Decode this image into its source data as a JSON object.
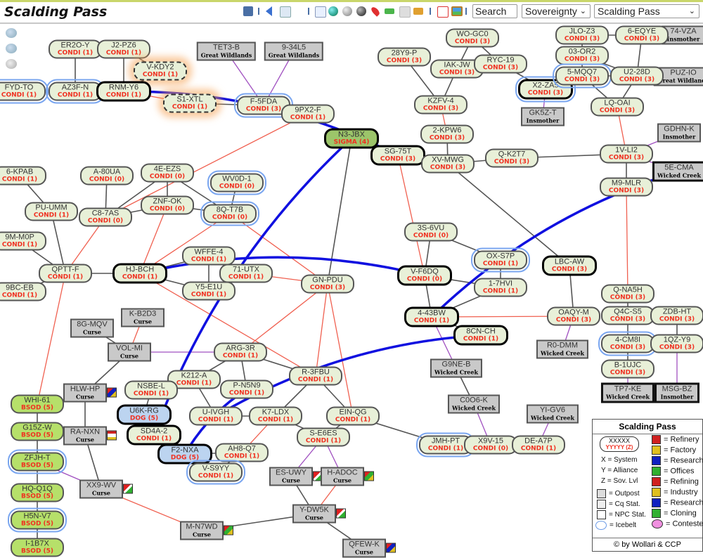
{
  "app": {
    "title": "Scalding Pass"
  },
  "toolbar": {
    "icons": [
      "map-pin-icon",
      "prev-icon",
      "calendar-icon",
      "table-icon",
      "globe-icon",
      "coin-silver-icon",
      "coin-dark-icon",
      "location-icon",
      "shuffle-icon",
      "cube-icon",
      "truck-icon",
      "pdf-icon",
      "image-icon"
    ],
    "search_value": "Search",
    "view_select": "Sovereignty",
    "region_select": "Scalding Pass"
  },
  "colors": {
    "condi": "#e8f0d8",
    "sigma": "#9cc56a",
    "bsod": "#b6e06a",
    "dog": "#bcd4f0",
    "npc": "#c9c9c9",
    "jump": "#555555",
    "regional": "#f06050",
    "constellation": "#a050c0",
    "jumpbridge": "#1010e0",
    "alliance_text": "#f03020"
  },
  "nodes": [
    {
      "id": "ER2O-Y",
      "alliance": "CONDI (1)",
      "type": "pill"
    },
    {
      "id": "J2-PZ6",
      "alliance": "CONDI (1)",
      "type": "pill"
    },
    {
      "id": "V-KDY2",
      "alliance": "CONDI (1)",
      "type": "pill",
      "style": "dash"
    },
    {
      "id": "FYD-TO",
      "alliance": "CONDI (1)",
      "type": "pill",
      "ice": true
    },
    {
      "id": "AZ3F-N",
      "alliance": "CONDI (1)",
      "type": "pill",
      "ice": true
    },
    {
      "id": "RNM-Y6",
      "alliance": "CONDI (1)",
      "type": "pill",
      "style": "bold"
    },
    {
      "id": "S1-XTL",
      "alliance": "CONDI (1)",
      "type": "pill",
      "style": "dash"
    },
    {
      "id": "TET3-B",
      "region": "Great Wildlands",
      "type": "box"
    },
    {
      "id": "9-34L5",
      "region": "Great Wildlands",
      "type": "box"
    },
    {
      "id": "F-5FDA",
      "alliance": "CONDI (3)",
      "type": "pill",
      "ice": true
    },
    {
      "id": "9PX2-F",
      "alliance": "CONDI (1)",
      "type": "pill"
    },
    {
      "id": "N3-JBX",
      "alliance": "SIGMA (4)",
      "type": "pill",
      "style": "sigma"
    },
    {
      "id": "SG-75T",
      "alliance": "CONDI (3)",
      "type": "pill",
      "style": "bold"
    },
    {
      "id": "28Y9-P",
      "alliance": "CONDI (3)",
      "type": "pill"
    },
    {
      "id": "WO-GC0",
      "alliance": "CONDI (3)",
      "type": "pill"
    },
    {
      "id": "IAK-JW",
      "alliance": "CONDI (3)",
      "type": "pill"
    },
    {
      "id": "RYC-19",
      "alliance": "CONDI (3)",
      "type": "pill"
    },
    {
      "id": "X2-ZA5",
      "alliance": "CONDI (3)",
      "type": "pill",
      "style": "bold",
      "ice": true
    },
    {
      "id": "GK5Z-T",
      "region": "Insmother",
      "type": "box"
    },
    {
      "id": "KZFV-4",
      "alliance": "CONDI (3)",
      "type": "pill"
    },
    {
      "id": "2-KPW6",
      "alliance": "CONDI (3)",
      "type": "pill"
    },
    {
      "id": "XV-MWG",
      "alliance": "CONDI (3)",
      "type": "pill"
    },
    {
      "id": "Q-K2T7",
      "alliance": "CONDI (3)",
      "type": "pill"
    },
    {
      "id": "JLO-Z3",
      "alliance": "CONDI (3)",
      "type": "pill"
    },
    {
      "id": "6-EQYE",
      "alliance": "CONDI (3)",
      "type": "pill"
    },
    {
      "id": "74-VZA",
      "region": "Insmother",
      "type": "box"
    },
    {
      "id": "03-OR2",
      "alliance": "CONDI (3)",
      "type": "pill"
    },
    {
      "id": "5-MQQ7",
      "alliance": "CONDI (3)",
      "type": "pill",
      "ice": true
    },
    {
      "id": "U2-28D",
      "alliance": "CONDI (3)",
      "type": "pill"
    },
    {
      "id": "PUZ-IO",
      "region": "Great Wildlands",
      "type": "box"
    },
    {
      "id": "LQ-OAI",
      "alliance": "CONDI (3)",
      "type": "pill"
    },
    {
      "id": "GDHN-K",
      "region": "Insmother",
      "type": "box"
    },
    {
      "id": "1V-LI2",
      "alliance": "CONDI (3)",
      "type": "pill"
    },
    {
      "id": "5E-CMA",
      "region": "Wicked Creek",
      "type": "box",
      "style": "bold"
    },
    {
      "id": "M9-MLR",
      "alliance": "CONDI (3)",
      "type": "pill"
    },
    {
      "id": "6-KPAB",
      "alliance": "CONDI (1)",
      "type": "pill"
    },
    {
      "id": "A-80UA",
      "alliance": "CONDI (0)",
      "type": "pill"
    },
    {
      "id": "4E-EZS",
      "alliance": "CONDI (0)",
      "type": "pill"
    },
    {
      "id": "WV0D-1",
      "alliance": "CONDI (0)",
      "type": "pill",
      "ice": true
    },
    {
      "id": "PU-UMM",
      "alliance": "CONDI (1)",
      "type": "pill"
    },
    {
      "id": "C8-7AS",
      "alliance": "CONDI (0)",
      "type": "pill"
    },
    {
      "id": "ZNF-OK",
      "alliance": "CONDI (0)",
      "type": "pill"
    },
    {
      "id": "8Q-T7B",
      "alliance": "CONDI (0)",
      "type": "pill",
      "ice": true
    },
    {
      "id": "9M-M0P",
      "alliance": "CONDI (1)",
      "type": "pill"
    },
    {
      "id": "QPTT-F",
      "alliance": "CONDI (1)",
      "type": "pill"
    },
    {
      "id": "HJ-BCH",
      "alliance": "CONDI (1)",
      "type": "pill",
      "style": "bold"
    },
    {
      "id": "WFFE-4",
      "alliance": "CONDI (1)",
      "type": "pill"
    },
    {
      "id": "71-UTX",
      "alliance": "CONDI (1)",
      "type": "pill"
    },
    {
      "id": "Y5-E1U",
      "alliance": "CONDI (1)",
      "type": "pill"
    },
    {
      "id": "9BC-EB",
      "alliance": "CONDI (1)",
      "type": "pill"
    },
    {
      "id": "GN-PDU",
      "alliance": "CONDI (3)",
      "type": "pill"
    },
    {
      "id": "3S-6VU",
      "alliance": "CONDI (0)",
      "type": "pill"
    },
    {
      "id": "OX-S7P",
      "alliance": "CONDI (1)",
      "type": "pill",
      "ice": true
    },
    {
      "id": "V-F6DQ",
      "alliance": "CONDI (0)",
      "type": "pill",
      "style": "bold"
    },
    {
      "id": "1-7HVI",
      "alliance": "CONDI (1)",
      "type": "pill"
    },
    {
      "id": "LBC-AW",
      "alliance": "CONDI (3)",
      "type": "pill",
      "style": "bold"
    },
    {
      "id": "Q-NA5H",
      "alliance": "CONDI (3)",
      "type": "pill"
    },
    {
      "id": "Q4C-S5",
      "alliance": "CONDI (3)",
      "type": "pill"
    },
    {
      "id": "ZDB-HT",
      "alliance": "CONDI (3)",
      "type": "pill"
    },
    {
      "id": "4-CM8I",
      "alliance": "CONDI (3)",
      "type": "pill",
      "ice": true
    },
    {
      "id": "1QZ-Y9",
      "alliance": "CONDI (3)",
      "type": "pill"
    },
    {
      "id": "B-1UJC",
      "alliance": "CONDI (3)",
      "type": "pill"
    },
    {
      "id": "TP7-KE",
      "region": "Wicked Creek",
      "type": "box",
      "style": "bold"
    },
    {
      "id": "MSG-BZ",
      "region": "Insmother",
      "type": "box",
      "style": "bold"
    },
    {
      "id": "4-43BW",
      "alliance": "CONDI (1)",
      "type": "pill",
      "style": "bold"
    },
    {
      "id": "OAQY-M",
      "alliance": "CONDI (3)",
      "type": "pill"
    },
    {
      "id": "8CN-CH",
      "alliance": "CONDI (1)",
      "type": "pill",
      "style": "bold"
    },
    {
      "id": "R0-DMM",
      "region": "Wicked Creek",
      "type": "box"
    },
    {
      "id": "G9NE-B",
      "region": "Wicked Creek",
      "type": "box"
    },
    {
      "id": "C0O6-K",
      "region": "Wicked Creek",
      "type": "box"
    },
    {
      "id": "YI-GV6",
      "region": "Wicked Creek",
      "type": "box"
    },
    {
      "id": "JMH-PT",
      "alliance": "CONDI (1)",
      "type": "pill",
      "ice": true
    },
    {
      "id": "X9V-15",
      "alliance": "CONDI (0)",
      "type": "pill"
    },
    {
      "id": "DE-A7P",
      "alliance": "CONDI (1)",
      "type": "pill"
    },
    {
      "id": "8G-MQV",
      "region": "Curse",
      "type": "box"
    },
    {
      "id": "K-B2D3",
      "region": "Curse",
      "type": "box"
    },
    {
      "id": "VOL-MI",
      "region": "Curse",
      "type": "box"
    },
    {
      "id": "ARG-3R",
      "alliance": "CONDI (1)",
      "type": "pill"
    },
    {
      "id": "K212-A",
      "alliance": "CONDI (1)",
      "type": "pill"
    },
    {
      "id": "R-3FBU",
      "alliance": "CONDI (1)",
      "type": "pill"
    },
    {
      "id": "P-N5N9",
      "alliance": "CONDI (1)",
      "type": "pill"
    },
    {
      "id": "HLW-HP",
      "region": "Curse",
      "type": "box",
      "flag": "research"
    },
    {
      "id": "NSBE-L",
      "alliance": "CONDI (1)",
      "type": "pill"
    },
    {
      "id": "U6K-RG",
      "alliance": "DOG (5)",
      "type": "pill",
      "style": "dogbold"
    },
    {
      "id": "U-IVGH",
      "alliance": "CONDI (1)",
      "type": "pill"
    },
    {
      "id": "K7-LDX",
      "alliance": "CONDI (1)",
      "type": "pill"
    },
    {
      "id": "EIN-QG",
      "alliance": "CONDI (1)",
      "type": "pill"
    },
    {
      "id": "WHI-61",
      "alliance": "BSOD (5)",
      "type": "pill",
      "style": "bsod"
    },
    {
      "id": "G15Z-W",
      "alliance": "BSOD (5)",
      "type": "pill",
      "style": "bsod"
    },
    {
      "id": "RA-NXN",
      "region": "Curse",
      "type": "box",
      "flag": "industry"
    },
    {
      "id": "SD4A-2",
      "alliance": "CONDI (1)",
      "type": "pill",
      "style": "bold"
    },
    {
      "id": "S-E6ES",
      "alliance": "CONDI (1)",
      "type": "pill"
    },
    {
      "id": "F2-NXA",
      "alliance": "DOG (5)",
      "type": "pill",
      "style": "dogbold"
    },
    {
      "id": "AH8-Q7",
      "alliance": "CONDI (1)",
      "type": "pill"
    },
    {
      "id": "V-S9YY",
      "alliance": "CONDI (1)",
      "type": "pill",
      "ice": true
    },
    {
      "id": "ZFJH-T",
      "alliance": "BSOD (5)",
      "type": "pill",
      "style": "bsod",
      "ice": true
    },
    {
      "id": "ES-UWY",
      "region": "Curse",
      "type": "box",
      "flag": "cloning"
    },
    {
      "id": "H-ADOC",
      "region": "Curse",
      "type": "box",
      "flag": "industry2"
    },
    {
      "id": "XX9-WV",
      "region": "Curse",
      "type": "box",
      "flag": "cloning"
    },
    {
      "id": "HQ-Q1Q",
      "alliance": "BSOD (5)",
      "type": "pill",
      "style": "bsod"
    },
    {
      "id": "H5N-V7",
      "alliance": "BSOD (5)",
      "type": "pill",
      "style": "bsod",
      "ice": true
    },
    {
      "id": "Y-DW5K",
      "region": "Curse",
      "type": "box",
      "flag": "cloning"
    },
    {
      "id": "M-N7WD",
      "region": "Curse",
      "type": "box",
      "flag": "industry2"
    },
    {
      "id": "I-1B7X",
      "alliance": "BSOD (5)",
      "type": "pill",
      "style": "bsod"
    },
    {
      "id": "QFEW-K",
      "region": "Curse",
      "type": "box",
      "flag": "research"
    }
  ],
  "edges": [
    [
      "ER2O-Y",
      "J2-PZ6",
      "j"
    ],
    [
      "ER2O-Y",
      "AZ3F-N",
      "j"
    ],
    [
      "J2-PZ6",
      "RNM-Y6",
      "j"
    ],
    [
      "J2-PZ6",
      "V-KDY2",
      "j"
    ],
    [
      "V-KDY2",
      "RNM-Y6",
      "j"
    ],
    [
      "FYD-TO",
      "AZ3F-N",
      "j"
    ],
    [
      "AZ3F-N",
      "RNM-Y6",
      "j"
    ],
    [
      "RNM-Y6",
      "S1-XTL",
      "r"
    ],
    [
      "S1-XTL",
      "F-5FDA",
      "j"
    ],
    [
      "TET3-B",
      "F-5FDA",
      "c"
    ],
    [
      "9-34L5",
      "F-5FDA",
      "c"
    ],
    [
      "F-5FDA",
      "9PX2-F",
      "j"
    ],
    [
      "9PX2-F",
      "N3-JBX",
      "j"
    ],
    [
      "N3-JBX",
      "SG-75T",
      "j"
    ],
    [
      "9PX2-F",
      "C8-7AS",
      "r"
    ],
    [
      "28Y9-P",
      "KZFV-4",
      "j"
    ],
    [
      "WO-GC0",
      "IAK-JW",
      "j"
    ],
    [
      "WO-GC0",
      "RYC-19",
      "j"
    ],
    [
      "IAK-JW",
      "RYC-19",
      "j"
    ],
    [
      "IAK-JW",
      "KZFV-4",
      "j"
    ],
    [
      "RYC-19",
      "X2-ZA5",
      "j"
    ],
    [
      "X2-ZA5",
      "GK5Z-T",
      "c"
    ],
    [
      "KZFV-4",
      "2-KPW6",
      "r"
    ],
    [
      "2-KPW6",
      "XV-MWG",
      "j"
    ],
    [
      "SG-75T",
      "XV-MWG",
      "r"
    ],
    [
      "XV-MWG",
      "Q-K2T7",
      "j"
    ],
    [
      "Q-K2T7",
      "1V-LI2",
      "j"
    ],
    [
      "XV-MWG",
      "LBC-AW",
      "j"
    ],
    [
      "JLO-Z3",
      "6-EQYE",
      "j"
    ],
    [
      "6-EQYE",
      "74-VZA",
      "c"
    ],
    [
      "JLO-Z3",
      "03-OR2",
      "j"
    ],
    [
      "03-OR2",
      "5-MQQ7",
      "j"
    ],
    [
      "03-OR2",
      "U2-28D",
      "j"
    ],
    [
      "6-EQYE",
      "U2-28D",
      "j"
    ],
    [
      "5-MQQ7",
      "U2-28D",
      "j"
    ],
    [
      "U2-28D",
      "PUZ-IO",
      "c"
    ],
    [
      "5-MQQ7",
      "LQ-OAI",
      "j"
    ],
    [
      "U2-28D",
      "LQ-OAI",
      "j"
    ],
    [
      "LQ-OAI",
      "1V-LI2",
      "r"
    ],
    [
      "1V-LI2",
      "GDHN-K",
      "c"
    ],
    [
      "1V-LI2",
      "5E-CMA",
      "c"
    ],
    [
      "1V-LI2",
      "M9-MLR",
      "j"
    ],
    [
      "M9-MLR",
      "5E-CMA",
      "c"
    ],
    [
      "M9-MLR",
      "Q-NA5H",
      "r"
    ],
    [
      "6-KPAB",
      "PU-UMM",
      "j"
    ],
    [
      "PU-UMM",
      "QPTT-F",
      "j"
    ],
    [
      "A-80UA",
      "C8-7AS",
      "j"
    ],
    [
      "4E-EZS",
      "C8-7AS",
      "j"
    ],
    [
      "4E-EZS",
      "ZNF-OK",
      "j"
    ],
    [
      "4E-EZS",
      "8Q-T7B",
      "j"
    ],
    [
      "C8-7AS",
      "ZNF-OK",
      "j"
    ],
    [
      "ZNF-OK",
      "8Q-T7B",
      "j"
    ],
    [
      "WV0D-1",
      "8Q-T7B",
      "j"
    ],
    [
      "C8-7AS",
      "QPTT-F",
      "r"
    ],
    [
      "ZNF-OK",
      "HJ-BCH",
      "r"
    ],
    [
      "8Q-T7B",
      "HJ-BCH",
      "r"
    ],
    [
      "8Q-T7B",
      "GN-PDU",
      "r"
    ],
    [
      "9M-M0P",
      "QPTT-F",
      "j"
    ],
    [
      "9BC-EB",
      "QPTT-F",
      "j"
    ],
    [
      "QPTT-F",
      "HJ-BCH",
      "j"
    ],
    [
      "QPTT-F",
      "WHI-61",
      "r"
    ],
    [
      "HJ-BCH",
      "WFFE-4",
      "j"
    ],
    [
      "HJ-BCH",
      "Y5-E1U",
      "j"
    ],
    [
      "WFFE-4",
      "71-UTX",
      "j"
    ],
    [
      "WFFE-4",
      "Y5-E1U",
      "j"
    ],
    [
      "Y5-E1U",
      "71-UTX",
      "j"
    ],
    [
      "HJ-BCH",
      "R-3FBU",
      "r"
    ],
    [
      "71-UTX",
      "GN-PDU",
      "r"
    ],
    [
      "N3-JBX",
      "GN-PDU",
      "j"
    ],
    [
      "SG-75T",
      "V-F6DQ",
      "r"
    ],
    [
      "3S-6VU",
      "V-F6DQ",
      "j"
    ],
    [
      "3S-6VU",
      "OX-S7P",
      "j"
    ],
    [
      "OX-S7P",
      "1-7HVI",
      "j"
    ],
    [
      "V-F6DQ",
      "1-7HVI",
      "j"
    ],
    [
      "V-F6DQ",
      "4-43BW",
      "j"
    ],
    [
      "1-7HVI",
      "4-43BW",
      "j"
    ],
    [
      "LBC-AW",
      "OAQY-M",
      "j"
    ],
    [
      "4-43BW",
      "OAQY-M",
      "r"
    ],
    [
      "4-43BW",
      "8CN-CH",
      "j"
    ],
    [
      "OAQY-M",
      "R0-DMM",
      "c"
    ],
    [
      "4-43BW",
      "G9NE-B",
      "c"
    ],
    [
      "G9NE-B",
      "C0O6-K",
      "j"
    ],
    [
      "C0O6-K",
      "X9V-15",
      "c"
    ],
    [
      "JMH-PT",
      "X9V-15",
      "j"
    ],
    [
      "X9V-15",
      "DE-A7P",
      "j"
    ],
    [
      "YI-GV6",
      "DE-A7P",
      "c"
    ],
    [
      "EIN-QG",
      "JMH-PT",
      "j"
    ],
    [
      "Q-NA5H",
      "Q4C-S5",
      "j"
    ],
    [
      "Q4C-S5",
      "ZDB-HT",
      "j"
    ],
    [
      "Q4C-S5",
      "4-CM8I",
      "j"
    ],
    [
      "ZDB-HT",
      "1QZ-Y9",
      "j"
    ],
    [
      "4-CM8I",
      "1QZ-Y9",
      "j"
    ],
    [
      "4-CM8I",
      "B-1UJC",
      "j"
    ],
    [
      "B-1UJC",
      "TP7-KE",
      "c"
    ],
    [
      "1QZ-Y9",
      "MSG-BZ",
      "c"
    ],
    [
      "8G-MQV",
      "VOL-MI",
      "j"
    ],
    [
      "K-B2D3",
      "VOL-MI",
      "r"
    ],
    [
      "VOL-MI",
      "ARG-3R",
      "c"
    ],
    [
      "VOL-MI",
      "HLW-HP",
      "j"
    ],
    [
      "HLW-HP",
      "RA-NXN",
      "j"
    ],
    [
      "RA-NXN",
      "XX9-WV",
      "j"
    ],
    [
      "ARG-3R",
      "K212-A",
      "j"
    ],
    [
      "ARG-3R",
      "P-N5N9",
      "j"
    ],
    [
      "ARG-3R",
      "R-3FBU",
      "j"
    ],
    [
      "ARG-3R",
      "GN-PDU",
      "r"
    ],
    [
      "K212-A",
      "U-IVGH",
      "j"
    ],
    [
      "U-IVGH",
      "K7-LDX",
      "j"
    ],
    [
      "R-3FBU",
      "K7-LDX",
      "j"
    ],
    [
      "R-3FBU",
      "EIN-QG",
      "j"
    ],
    [
      "R-3FBU",
      "GN-PDU",
      "r"
    ],
    [
      "EIN-QG",
      "GN-PDU",
      "r"
    ],
    [
      "K7-LDX",
      "S-E6ES",
      "j"
    ],
    [
      "EIN-QG",
      "S-E6ES",
      "j"
    ],
    [
      "K7-LDX",
      "AH8-Q7",
      "r"
    ],
    [
      "NSBE-L",
      "U6K-RG",
      "j"
    ],
    [
      "U6K-RG",
      "SD4A-2",
      "j"
    ],
    [
      "SD4A-2",
      "F2-NXA",
      "j"
    ],
    [
      "F2-NXA",
      "AH8-Q7",
      "j"
    ],
    [
      "F2-NXA",
      "V-S9YY",
      "j"
    ],
    [
      "AH8-Q7",
      "V-S9YY",
      "j"
    ],
    [
      "S-E6ES",
      "ES-UWY",
      "c"
    ],
    [
      "S-E6ES",
      "H-ADOC",
      "c"
    ],
    [
      "ES-UWY",
      "Y-DW5K",
      "j"
    ],
    [
      "H-ADOC",
      "Y-DW5K",
      "r"
    ],
    [
      "Y-DW5K",
      "QFEW-K",
      "j"
    ],
    [
      "M-N7WD",
      "Y-DW5K",
      "j"
    ],
    [
      "XX9-WV",
      "M-N7WD",
      "r"
    ],
    [
      "WHI-61",
      "G15Z-W",
      "j"
    ],
    [
      "G15Z-W",
      "ZFJH-T",
      "j"
    ],
    [
      "ZFJH-T",
      "HQ-Q1Q",
      "j"
    ],
    [
      "HQ-Q1Q",
      "H5N-V7",
      "j"
    ],
    [
      "H5N-V7",
      "I-1B7X",
      "j"
    ],
    [
      "ZFJH-T",
      "XX9-WV",
      "c"
    ]
  ],
  "jump_bridges": [
    [
      "RNM-Y6",
      "SG-75T"
    ],
    [
      "N3-JBX",
      "SD4A-2"
    ],
    [
      "HJ-BCH",
      "V-F6DQ"
    ],
    [
      "4-43BW",
      "5E-CMA"
    ],
    [
      "8CN-CH",
      "U-IVGH"
    ],
    [
      "P-N5N9",
      "F2-NXA"
    ]
  ],
  "legend": {
    "title": "Scalding Pass",
    "sample_name": "XXXXX",
    "sample_alliance": "YYYYY (Z)",
    "keys": [
      "X = System",
      "Y = Alliance",
      "Z = Sov. Lvl"
    ],
    "left": [
      {
        "label": "= Outpost",
        "icon": "outpost-icon"
      },
      {
        "label": "= Cq Stat.",
        "icon": "cq-station-icon"
      },
      {
        "label": "= NPC Stat.",
        "icon": "npc-station-icon"
      },
      {
        "label": "= Icebelt",
        "icon": "icebelt-icon"
      }
    ],
    "right": [
      {
        "label": "= Refinery",
        "color": "#d02020"
      },
      {
        "label": "= Factory",
        "color": "#e0c020"
      },
      {
        "label": "= Research",
        "color": "#1020c0"
      },
      {
        "label": "= Offices",
        "color": "#30b030"
      },
      {
        "label": "= Refining",
        "color": "#d02020"
      },
      {
        "label": "= Industry",
        "color": "#e0c020"
      },
      {
        "label": "= Research",
        "color": "#1020c0"
      },
      {
        "label": "= Cloning",
        "color": "#30b030"
      },
      {
        "label": "= Contested",
        "color": "#f090e0"
      }
    ],
    "footer": "© by Wollari & CCP"
  }
}
